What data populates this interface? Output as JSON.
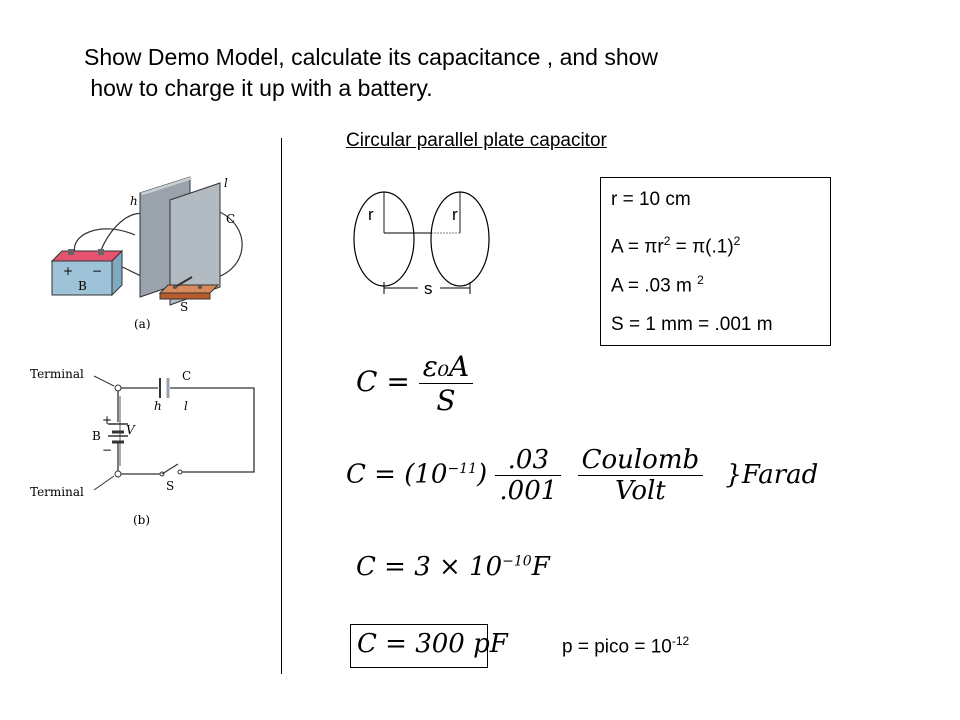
{
  "title": {
    "line1": "Show Demo Model, calculate its capacitance , and show",
    "line2": " how to charge it up with a battery."
  },
  "subtitle": "Circular parallel plate capacitor",
  "plates_diagram": {
    "r_left": "r",
    "r_right": "r",
    "s_label": "s"
  },
  "givens": {
    "r": "r = 10 cm",
    "area_formula": "A = πr² = π(.1)²",
    "area_formula_parts": {
      "a": "A = ",
      "pi1": "π",
      "r": "r",
      "exp1": "2",
      "eq": " = ",
      "pi2": "π",
      "paren": "(.1)",
      "exp2": "2"
    },
    "area_value": "A = .03 m 2",
    "area_value_parts": {
      "text": "A = .03 m ",
      "exp": "2"
    },
    "separation": "S = 1 mm = .001 m"
  },
  "equations": {
    "eq1": {
      "lhs": "C =",
      "num": "ε₀A",
      "den": "S"
    },
    "eq2": {
      "lhs": "C = (10",
      "exp": "−11",
      "close": ")",
      "f1_num": ".03",
      "f1_den": ".001",
      "f2_num": "Coulomb",
      "f2_den": "Volt",
      "unit": "}Farad"
    },
    "eq3": {
      "text": "C = 3 × 10",
      "exp": "−10",
      "unit": "F"
    },
    "eq4": "C = 300 pF"
  },
  "pico": {
    "text": "p = pico = 10",
    "exp": "-12"
  },
  "figure_a": {
    "labels": {
      "h": "h",
      "l": "l",
      "C": "C",
      "B": "B",
      "S": "S",
      "plus": "+",
      "minus": "−",
      "caption": "(a)"
    }
  },
  "figure_b": {
    "labels": {
      "terminal_top": "Terminal",
      "terminal_bottom": "Terminal",
      "C": "C",
      "h": "h",
      "l": "l",
      "B": "B",
      "V": "V",
      "S": "S",
      "plus": "+",
      "minus": "−",
      "caption": "(b)"
    }
  },
  "colors": {
    "battery_top": "#e5536f",
    "battery_body": "#9ec3d8",
    "switch_base": "#b85c2e",
    "plate": "#9aa3ab"
  }
}
